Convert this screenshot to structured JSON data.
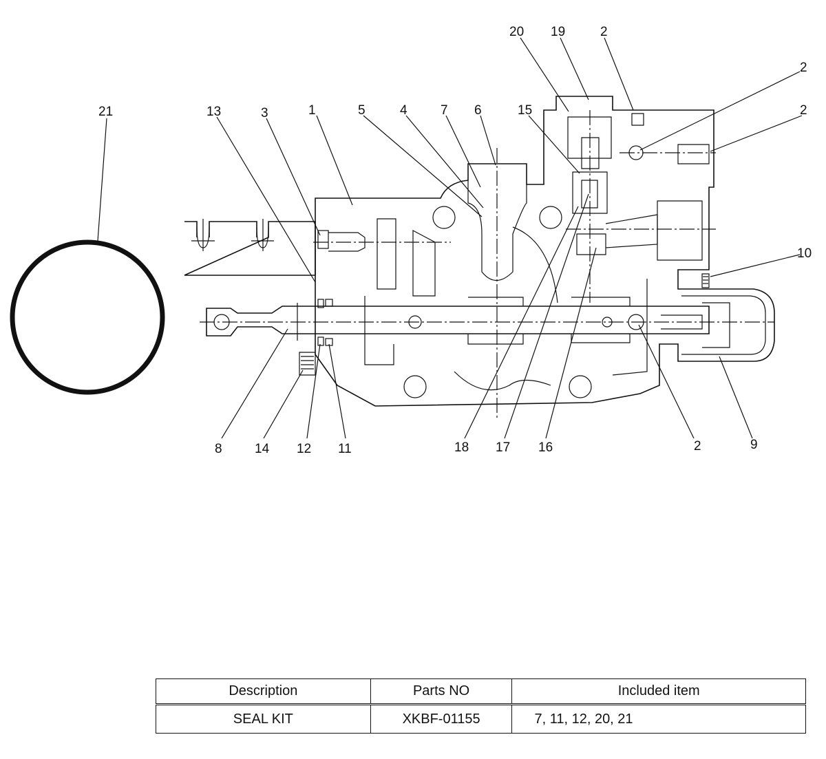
{
  "callouts": [
    {
      "id": "c21",
      "text": "21"
    },
    {
      "id": "c13",
      "text": "13"
    },
    {
      "id": "c3",
      "text": "3"
    },
    {
      "id": "c1",
      "text": "1"
    },
    {
      "id": "c5",
      "text": "5"
    },
    {
      "id": "c4",
      "text": "4"
    },
    {
      "id": "c7",
      "text": "7"
    },
    {
      "id": "c6",
      "text": "6"
    },
    {
      "id": "c15",
      "text": "15"
    },
    {
      "id": "c20",
      "text": "20"
    },
    {
      "id": "c19",
      "text": "19"
    },
    {
      "id": "c2a",
      "text": "2"
    },
    {
      "id": "c2b",
      "text": "2"
    },
    {
      "id": "c2c",
      "text": "2"
    },
    {
      "id": "c10",
      "text": "10"
    },
    {
      "id": "c8",
      "text": "8"
    },
    {
      "id": "c14",
      "text": "14"
    },
    {
      "id": "c12",
      "text": "12"
    },
    {
      "id": "c11",
      "text": "11"
    },
    {
      "id": "c18",
      "text": "18"
    },
    {
      "id": "c17",
      "text": "17"
    },
    {
      "id": "c16",
      "text": "16"
    },
    {
      "id": "c2d",
      "text": "2"
    },
    {
      "id": "c9",
      "text": "9"
    }
  ],
  "table": {
    "headers": [
      "Description",
      "Parts NO",
      "Included item"
    ],
    "rows": [
      [
        "SEAL KIT",
        "XKBF-01155",
        "7, 11, 12, 20, 21"
      ]
    ]
  }
}
